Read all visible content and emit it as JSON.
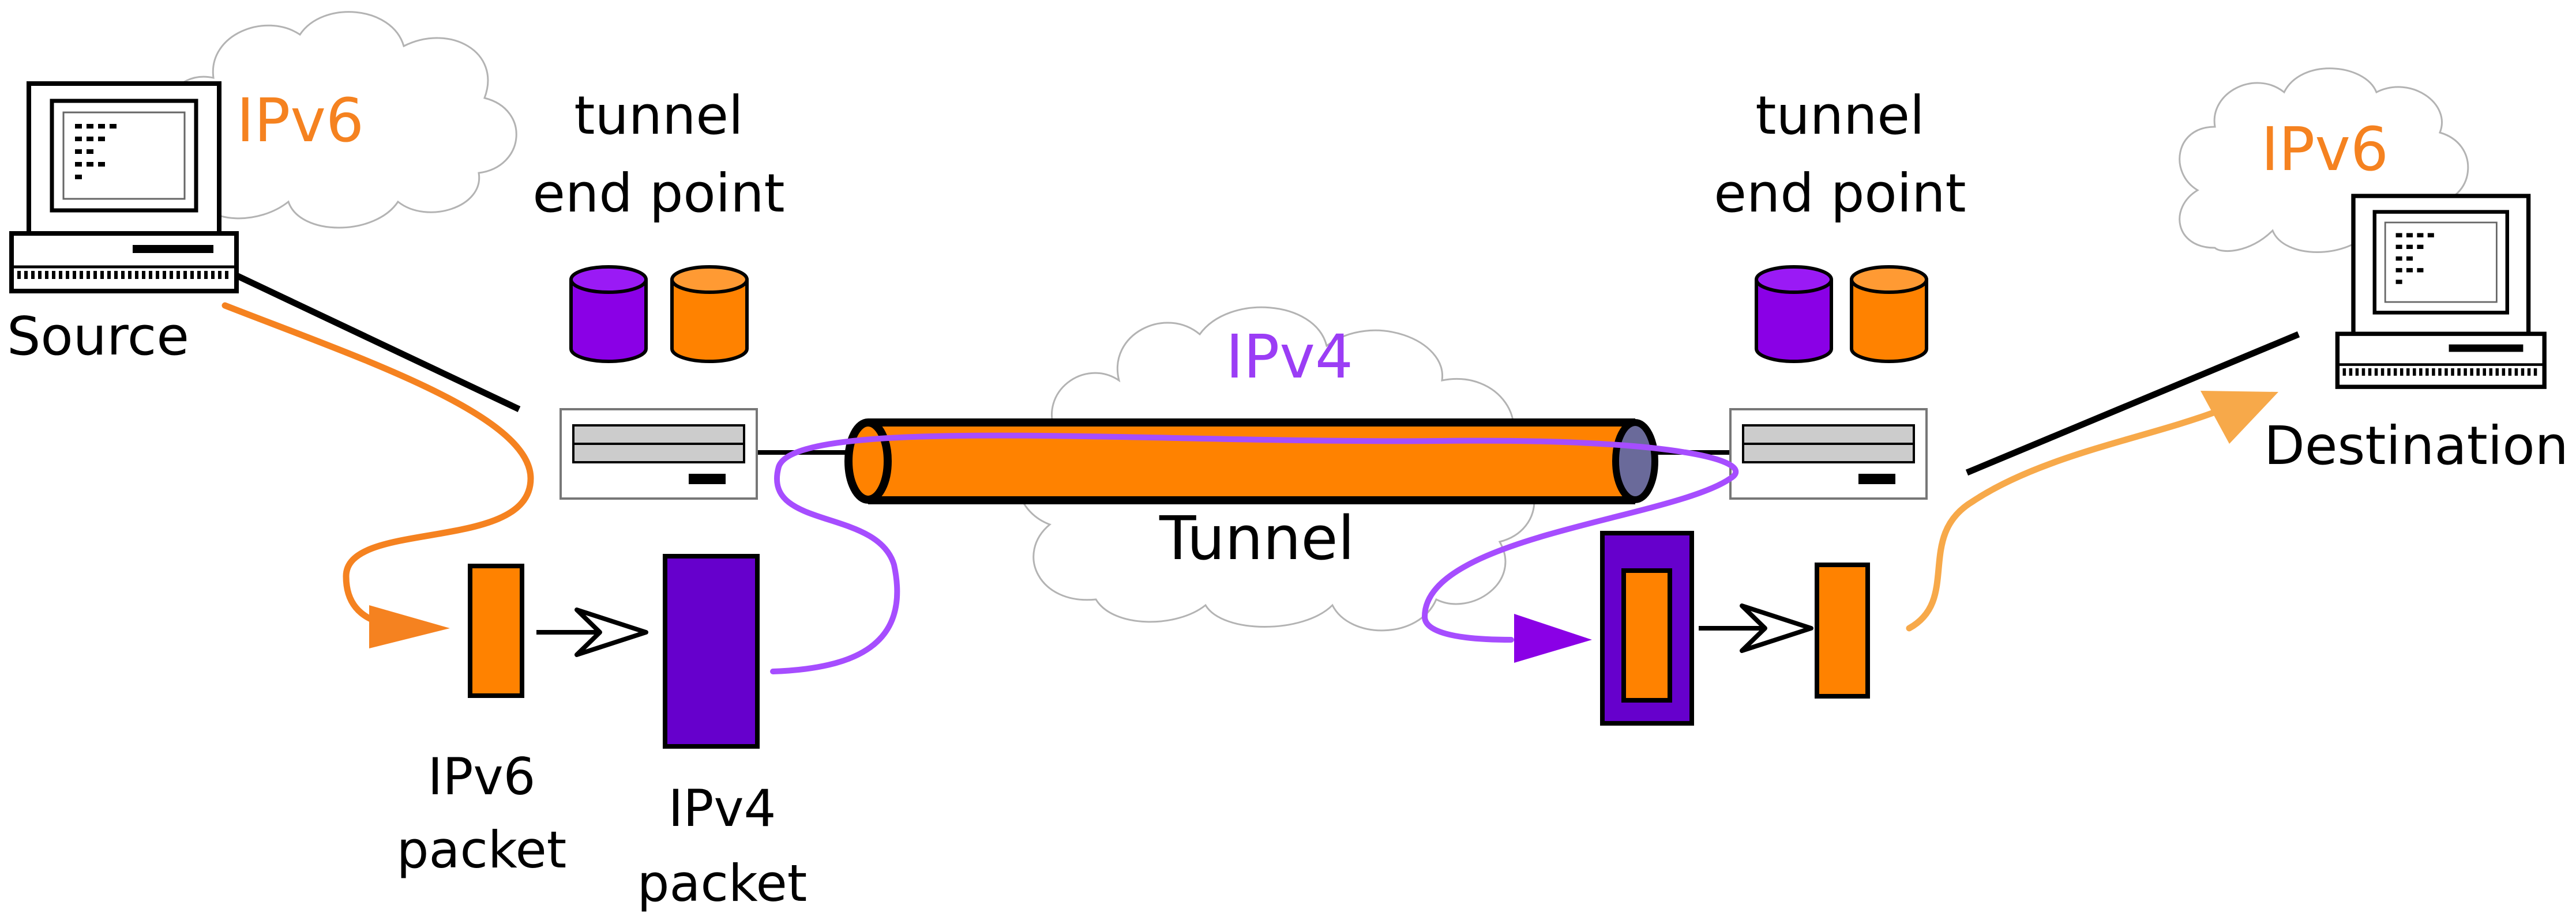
{
  "colors": {
    "ipv6": "#f58220",
    "ipv4": "#8a00e6",
    "ipv4_dark": "#6600cc",
    "ipv4_path": "#a64dff",
    "tunnel": "#ff8200",
    "destination_arrow": "#f7a94a"
  },
  "labels": {
    "source": "Source",
    "destination": "Destination",
    "tunnel_end_point_left": {
      "line1": "tunnel",
      "line2": "end point"
    },
    "tunnel_end_point_right": {
      "line1": "tunnel",
      "line2": "end point"
    },
    "ipv6_cloud_left": "IPv6",
    "ipv6_cloud_right": "IPv6",
    "ipv4_cloud": "IPv4",
    "tunnel": "Tunnel",
    "ipv6_packet": {
      "line1": "IPv6",
      "line2": "packet"
    },
    "ipv4_packet": {
      "line1": "IPv4",
      "line2": "packet"
    }
  },
  "icons": {
    "source": "desktop-computer-icon",
    "destination": "desktop-computer-icon",
    "router": "router-box-icon",
    "protocol_stack": "cylinder-icon"
  }
}
